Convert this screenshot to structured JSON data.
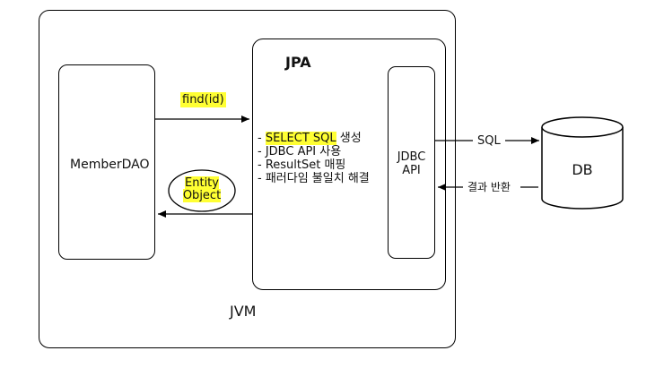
{
  "jvm": {
    "label": "JVM"
  },
  "member_dao": {
    "label": "MemberDAO"
  },
  "jpa": {
    "title": "JPA",
    "tasks": [
      {
        "prefix": "- ",
        "text": "SELECT SQL",
        "suffix": " 생성"
      },
      {
        "prefix": "- ",
        "text": "JDBC API 사용",
        "suffix": ""
      },
      {
        "prefix": "- ",
        "text": "ResultSet 매핑",
        "suffix": ""
      },
      {
        "prefix": "- ",
        "text": "패러다임 불일치 해결",
        "suffix": ""
      }
    ]
  },
  "jdbc_api": {
    "line1": "JDBC",
    "line2": "API"
  },
  "db": {
    "label": "DB"
  },
  "arrows": {
    "find": "find(id)",
    "entity_line1": "Entity",
    "entity_line2": "Object",
    "sql": "SQL",
    "result": "결과 반환"
  },
  "colors": {
    "highlight": "#ffff33",
    "stroke": "#000000"
  }
}
